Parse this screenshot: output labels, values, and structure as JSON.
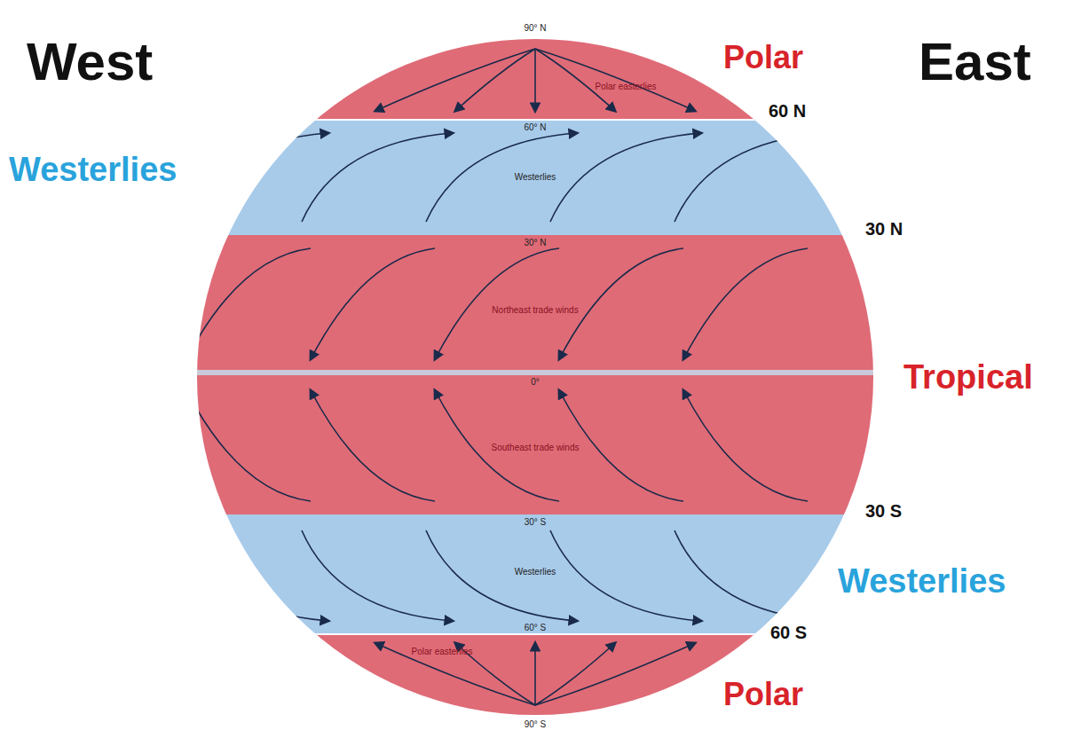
{
  "diagram": {
    "labels": [
      "West",
      "East",
      "Polar",
      "60 N",
      "Westerlies",
      "30 N",
      "Tropical",
      "30 S",
      "Westerlies",
      "60 S",
      "Polar",
      "90° N",
      "Polar easterlies",
      "60° N",
      "Westerlies",
      "30° N",
      "Northeast trade winds",
      "0°",
      "Southeast trade winds",
      "30° S",
      "Westerlies",
      "60° S",
      "Polar easterlies",
      "90° S"
    ]
  }
}
